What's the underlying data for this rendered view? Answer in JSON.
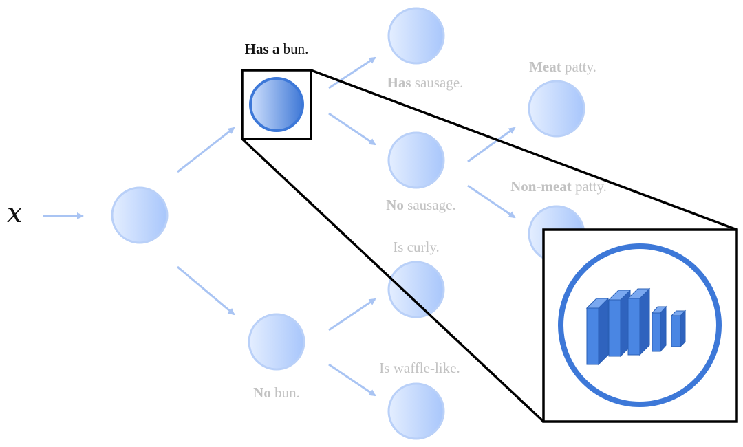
{
  "input_label": "x",
  "colors": {
    "arrow": "#a9c4f3",
    "node_light": "#e4eeff",
    "node_dark": "#a8c6fb",
    "node_stroke": "#b9d0f8",
    "active_node_stroke": "#3d78d8",
    "active_node_fill": "#5b8fe6",
    "label_inactive": "#c2c2c2",
    "label_active": "#111111",
    "box_stroke": "#000000",
    "block_front": "#4a86e3",
    "block_side": "#2f63be",
    "block_top": "#7aa8f0"
  },
  "nodes": {
    "has_bun": {
      "label_bold": "Has a",
      "label_rest": " bun."
    },
    "no_bun": {
      "label_bold": "No",
      "label_rest": " bun."
    },
    "has_sausage": {
      "label_bold": "Has",
      "label_rest": " sausage."
    },
    "no_sausage": {
      "label_bold": "No",
      "label_rest": " sausage."
    },
    "is_curly": {
      "label_bold": "",
      "label_rest": "Is curly."
    },
    "is_waffle": {
      "label_bold": "",
      "label_rest": "Is waffle-like."
    },
    "meat_patty": {
      "label_bold": "Meat",
      "label_rest": " patty."
    },
    "non_meat_patty": {
      "label_bold": "Non-meat",
      "label_rest": " patty."
    }
  },
  "zoom_inset": {
    "content_icon": "neural-network-icon"
  }
}
